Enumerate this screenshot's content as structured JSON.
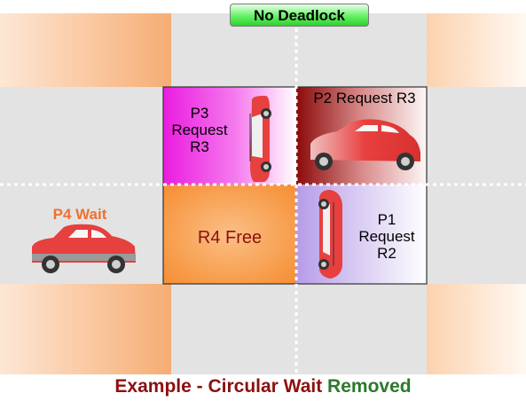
{
  "badge": {
    "text": "No Deadlock"
  },
  "cells": {
    "p3": {
      "line1": "P3",
      "line2": "Request",
      "line3": "R3"
    },
    "p2": {
      "text": "P2 Request R3"
    },
    "r4": {
      "text": "R4 Free"
    },
    "p1": {
      "line1": "P1",
      "line2": "Request",
      "line3": "R2"
    }
  },
  "p4": {
    "text": "P4 Wait"
  },
  "caption": {
    "part1": "Example - Circular Wait ",
    "part2": "Removed"
  },
  "colors": {
    "caption_main": "#8b1010",
    "caption_accent": "#2a7a2a",
    "p4_label": "#f07030",
    "car_body": "#e6403f",
    "road": "#e3e3e3",
    "corner": "#f6b27c"
  }
}
